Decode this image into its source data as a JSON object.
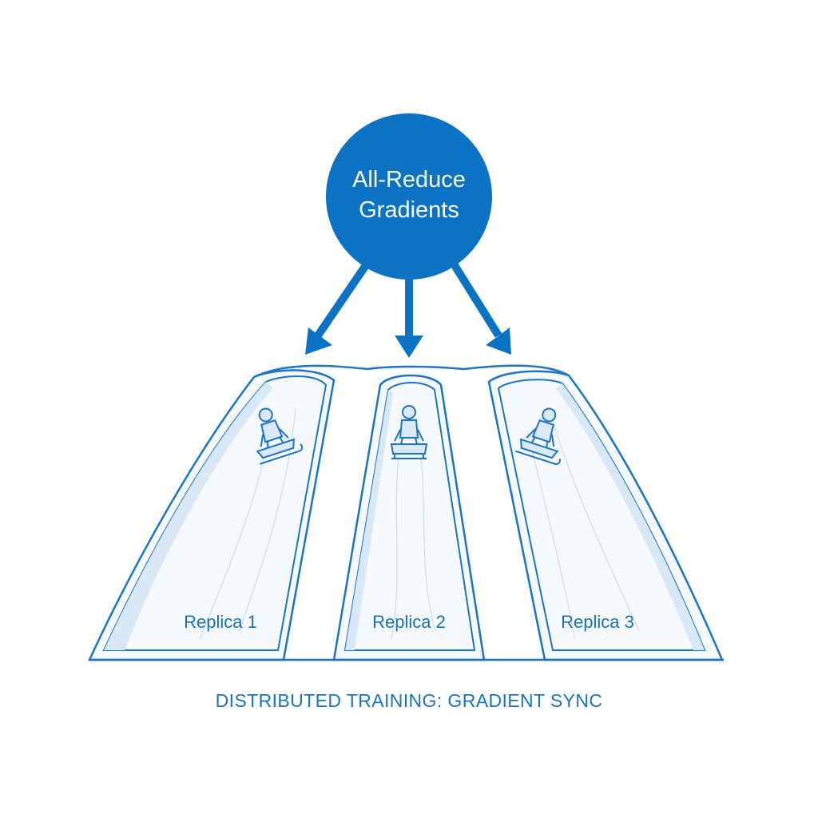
{
  "hub": {
    "line1": "All-Reduce",
    "line2": "Gradients"
  },
  "lanes": [
    {
      "label": "Replica 1"
    },
    {
      "label": "Replica 2"
    },
    {
      "label": "Replica 3"
    }
  ],
  "caption": "DISTRIBUTED TRAINING: GRADIENT SYNC",
  "colors": {
    "accent": "#0b72c4",
    "outline": "#1a74c8",
    "lane_fill": "#f7fafd",
    "lane_shade": "#d9e8f6",
    "background": "#ffffff"
  },
  "icons": [
    "sledder-icon",
    "arrow-down-icon"
  ]
}
